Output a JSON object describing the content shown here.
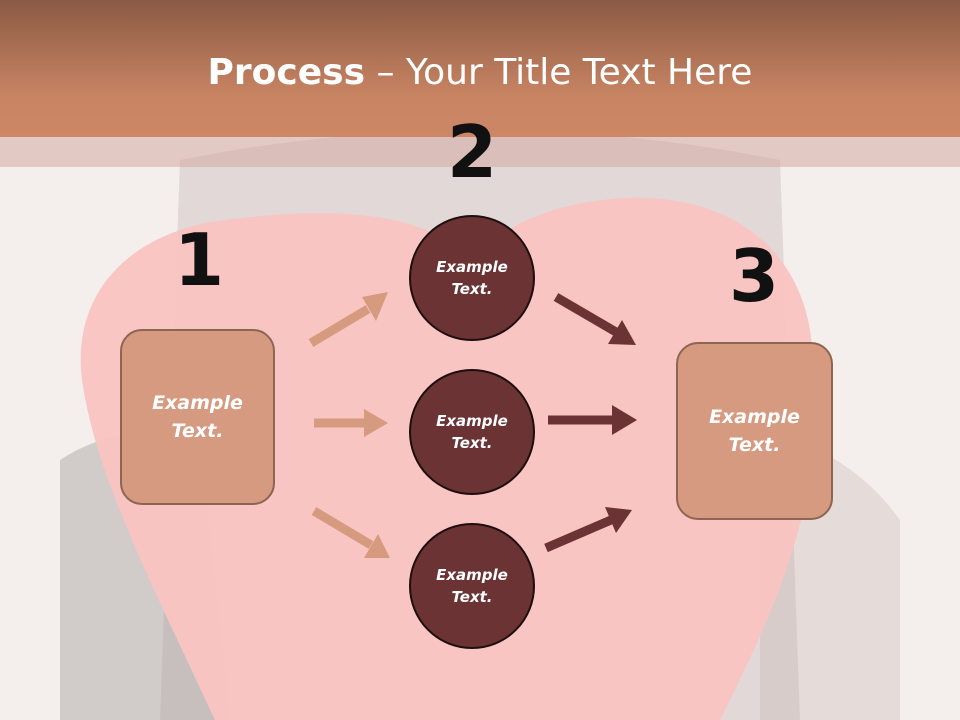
{
  "title": {
    "bold": "Process",
    "rest": " – Your Title Text Here"
  },
  "steps": [
    {
      "number": "1",
      "text": "Example Text."
    },
    {
      "number": "2",
      "items": [
        "Example Text.",
        "Example Text.",
        "Example Text."
      ]
    },
    {
      "number": "3",
      "text": "Example Text."
    }
  ],
  "colors": {
    "title_bar": "#c88463",
    "heart": "#f9c4c2",
    "box_fill": "#d59a7f",
    "circle_fill": "#6b3333",
    "arrow_light": "#d69a7e",
    "arrow_dark": "#6b3333"
  }
}
